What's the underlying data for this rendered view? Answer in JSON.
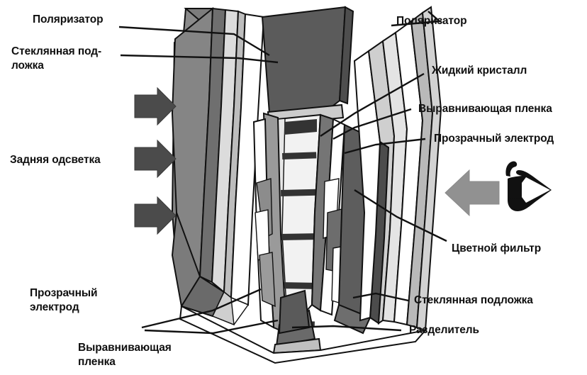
{
  "figure": {
    "subject": "Структура жидкокристаллического дисплея (ЖК-панель) в разрезе",
    "colors": {
      "background": "#ffffff",
      "outline": "#111111",
      "polarizer_slab": "#808080",
      "dark_panel": "#585858",
      "mid_gray": "#6e6e6e",
      "light_gray": "#c8c8c8",
      "pale_gray": "#d9d9d9",
      "liquid_crystal": "#f1f1f1",
      "spacer_bar": "#3a3a3a",
      "backlight_arrow": "#4a4a4a",
      "viewer_arrow": "#8e8e8e",
      "eye_icon": "#111111"
    }
  },
  "labels": {
    "polarizer_left": "Поляризатор",
    "glass_substrate_left": "Стеклянная под-\nложка",
    "backlight": "Задняя одсветка",
    "transparent_electrode_bottom_left": "Прозрачный\nэлектрод",
    "alignment_film_bottom_left": "Выравнивающая\nпленка",
    "polarizer_right": "Поляризатор",
    "liquid_crystal": "Жидкий кристалл",
    "alignment_film_right": "Выравнивающая пленка",
    "transparent_electrode_right": "Прозрачный электрод",
    "color_filter": "Цветной фильтр",
    "glass_substrate_right": "Стеклянная подложка",
    "separator": "Разделитель"
  },
  "icons": {
    "backlight_arrows": "arrow-right-icon",
    "viewer_arrow": "arrow-left-icon",
    "eye": "eye-icon"
  }
}
